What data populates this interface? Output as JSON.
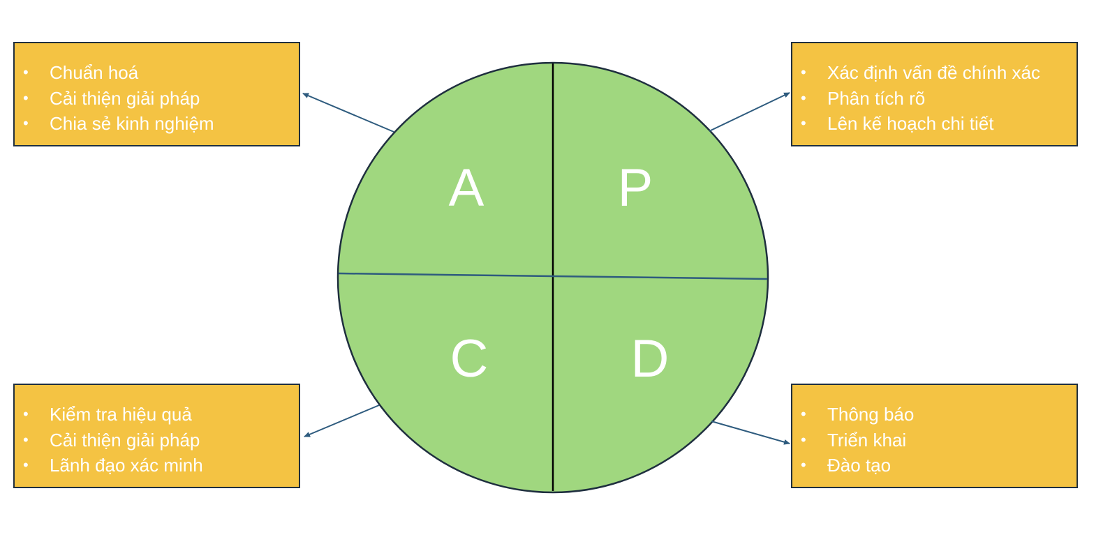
{
  "quadrants": {
    "a": {
      "letter": "A",
      "items": [
        "Chuẩn hoá",
        "Cải thiện giải pháp",
        "Chia sẻ kinh nghiệm"
      ]
    },
    "p": {
      "letter": "P",
      "items": [
        "Xác định vấn đề chính xác",
        "Phân tích rõ",
        "Lên kế hoạch chi tiết"
      ]
    },
    "c": {
      "letter": "C",
      "items": [
        "Kiểm tra hiệu quả",
        "Cải thiện giải pháp",
        "Lãnh đạo xác minh"
      ]
    },
    "d": {
      "letter": "D",
      "items": [
        "Thông báo",
        "Triển khai",
        "Đào tạo"
      ]
    }
  },
  "colors": {
    "circle_fill": "#A0D77F",
    "box_fill": "#F4C343",
    "outline": "#1F2F3F",
    "arrow": "#2E5B7E",
    "text": "#FFFFFF"
  },
  "bullet_glyph": "•"
}
